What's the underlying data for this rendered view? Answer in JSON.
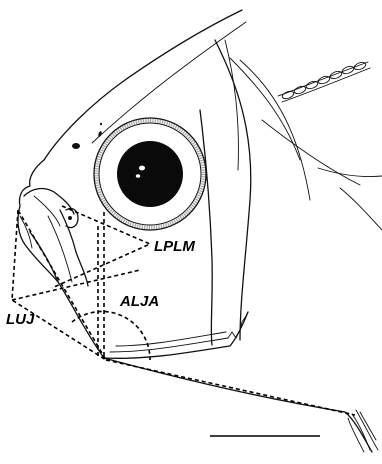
{
  "figure": {
    "labels": {
      "lplm": "LPLM",
      "luj": "LUJ",
      "alja": "ALJA"
    },
    "has_scale_bar": true
  }
}
